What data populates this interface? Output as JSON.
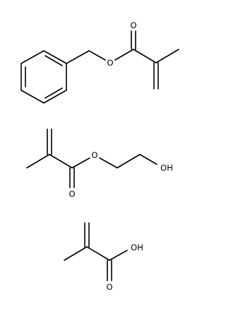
{
  "molecules": [
    {
      "atoms": {
        "ester_oxygen": "O",
        "carbonyl_oxygen": "O"
      }
    },
    {
      "atoms": {
        "carbonyl_oxygen": "O",
        "ester_oxygen": "O",
        "hydroxyl": "OH"
      }
    },
    {
      "atoms": {
        "hydroxyl": "OH",
        "carbonyl_oxygen": "O"
      }
    }
  ],
  "colors": {
    "bond": "#000000",
    "background": "#ffffff"
  }
}
